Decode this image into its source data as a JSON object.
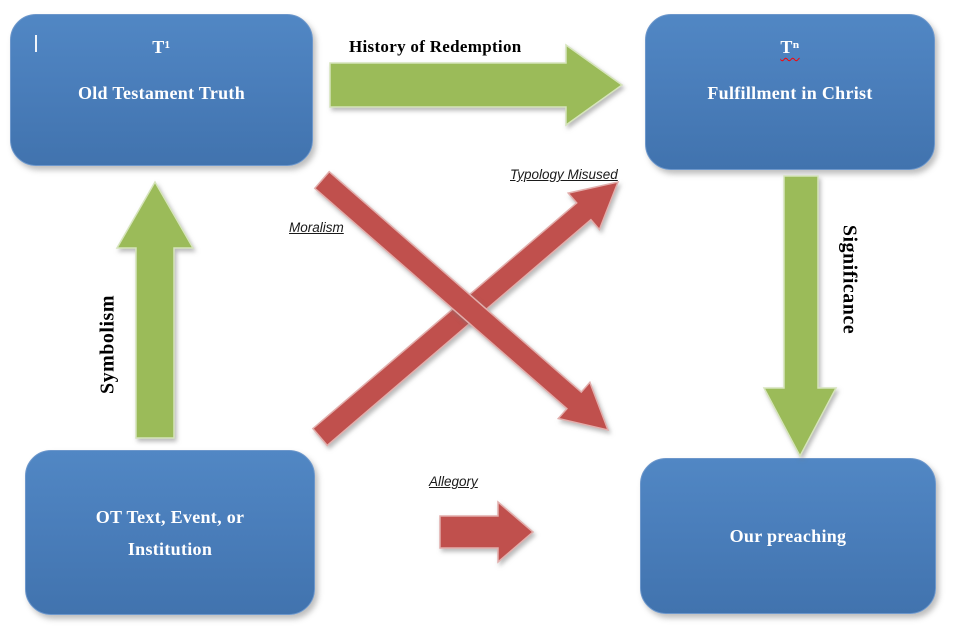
{
  "colors": {
    "box_blue": "#4a7ebb",
    "arrow_green": "#9bbb59",
    "arrow_green_edge": "#d6e4bc",
    "arrow_red": "#c0504d",
    "arrow_red_edge": "#e2aeac",
    "box_text": "#ffffff",
    "label_text": "#000000",
    "spellcheck_red": "#ff0000"
  },
  "boxes": {
    "ot_truth": {
      "symbol": "T¹",
      "label": "Old Testament Truth"
    },
    "fulfillment": {
      "symbol": "Tⁿ",
      "label": "Fulfillment in Christ"
    },
    "ot_text": {
      "label": "OT Text, Event, or Institution"
    },
    "preaching": {
      "label": "Our preaching"
    }
  },
  "arrow_labels": {
    "history": "History of Redemption",
    "symbolism": "Symbolism",
    "significance": "Significance",
    "moralism": "Moralism",
    "typology_misused": "Typology Misused",
    "allegory": "Allegory"
  }
}
